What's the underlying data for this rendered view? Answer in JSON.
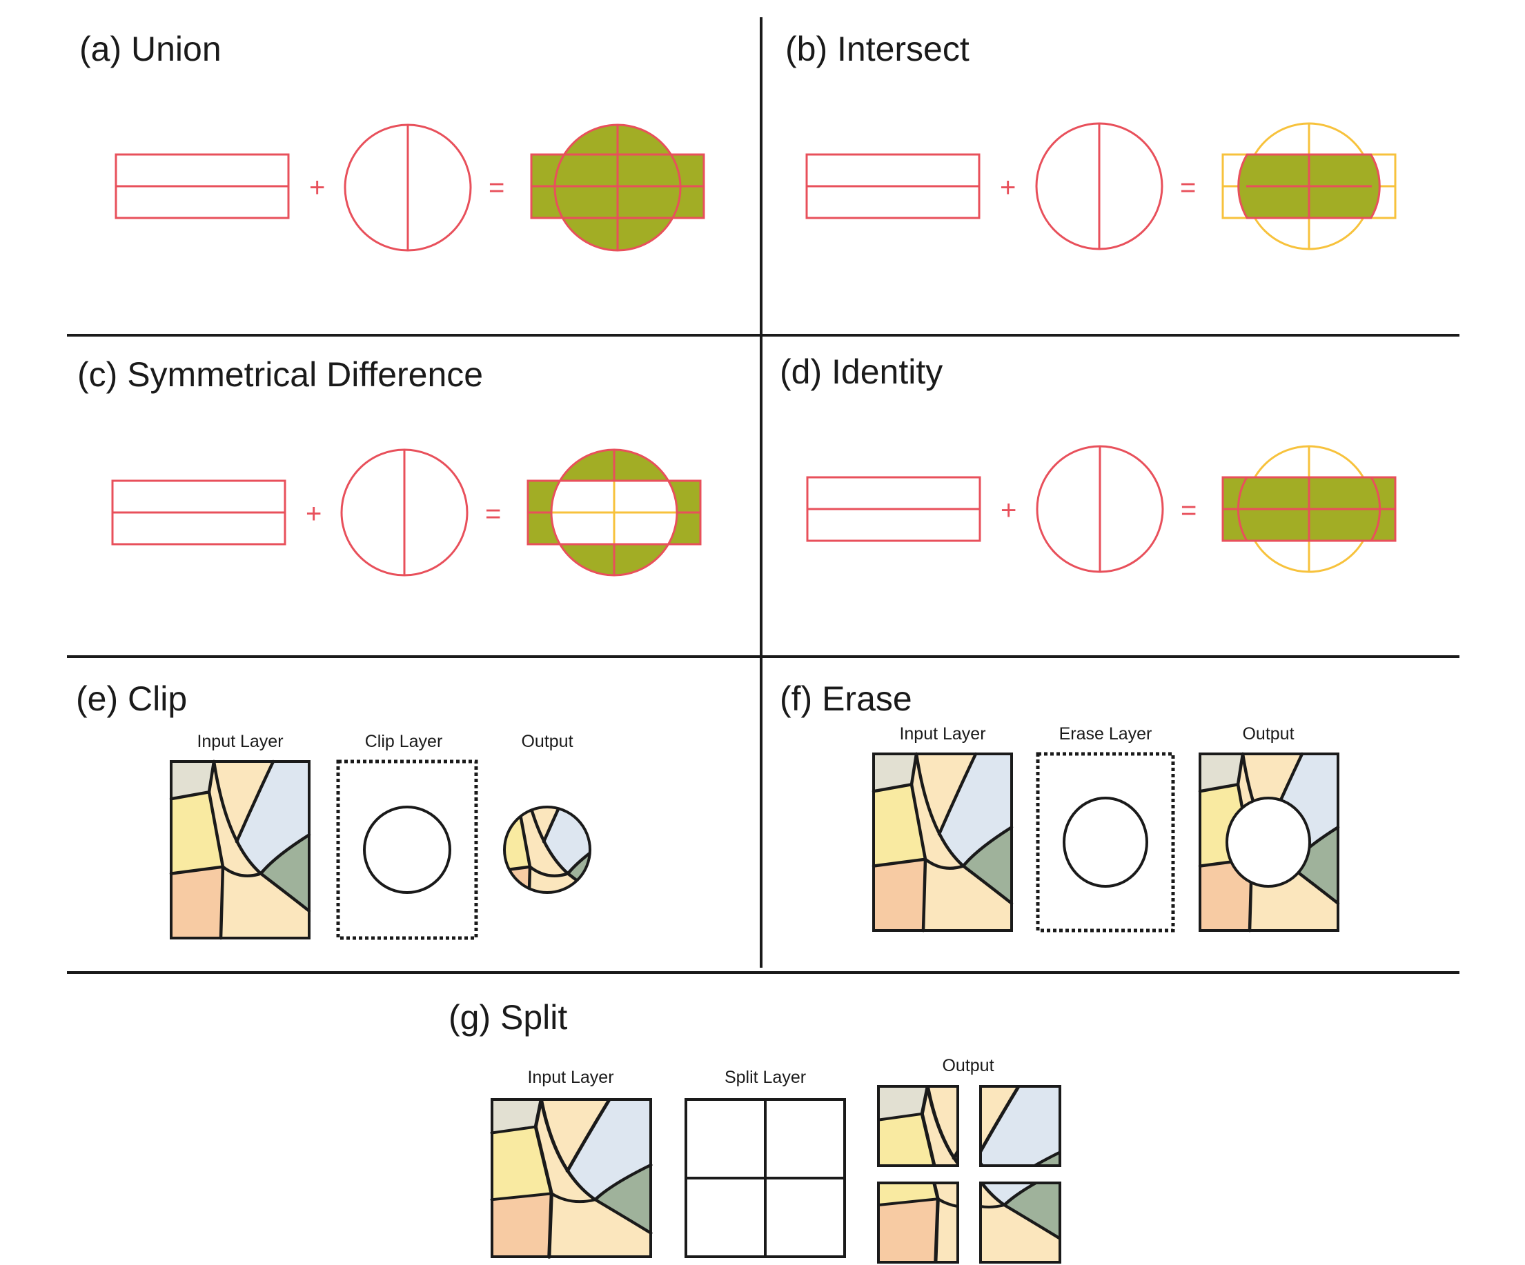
{
  "panels": {
    "a": {
      "title": "(a) Union"
    },
    "b": {
      "title": "(b) Intersect"
    },
    "c": {
      "title": "(c) Symmetrical Difference"
    },
    "d": {
      "title": "(d) Identity"
    },
    "e": {
      "title": "(e) Clip",
      "labels": [
        "Input Layer",
        "Clip Layer",
        "Output"
      ]
    },
    "f": {
      "title": "(f) Erase",
      "labels": [
        "Input Layer",
        "Erase Layer",
        "Output"
      ]
    },
    "g": {
      "title": "(g) Split",
      "labels": [
        "Input Layer",
        "Split Layer",
        "Output"
      ]
    }
  },
  "operators": {
    "plus": "+",
    "equals": "="
  },
  "colors": {
    "red_line": "#e8505b",
    "yellow_line": "#f7c23c",
    "result_fill": "#a2ad25",
    "divider": "#1a1a1a",
    "poly_gray": "#e2e0d2",
    "poly_cream": "#fbe6bd",
    "poly_blue": "#dde6f0",
    "poly_yellow": "#f9eaa1",
    "poly_orange": "#f7cba3",
    "poly_green": "#9fb29b"
  }
}
